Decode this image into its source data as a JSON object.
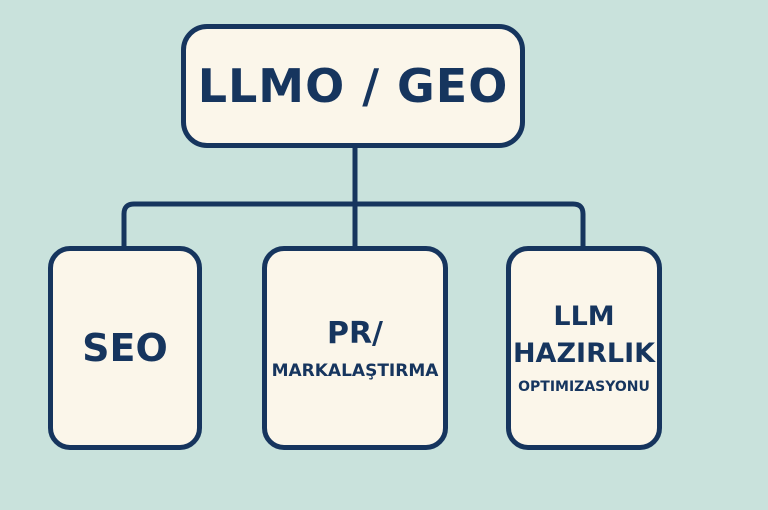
{
  "root": {
    "label": "LLMO / GEO"
  },
  "children": [
    {
      "lines": [
        "SEO"
      ]
    },
    {
      "lines": [
        "PR/",
        "MARKALAŞTIRMA"
      ]
    },
    {
      "lines": [
        "LLM",
        "HAZIRLIK",
        "OPTIMIZASYONU"
      ]
    }
  ],
  "colors": {
    "background": "#c9e2dc",
    "box_fill": "#fbf6ea",
    "stroke": "#16355e"
  }
}
